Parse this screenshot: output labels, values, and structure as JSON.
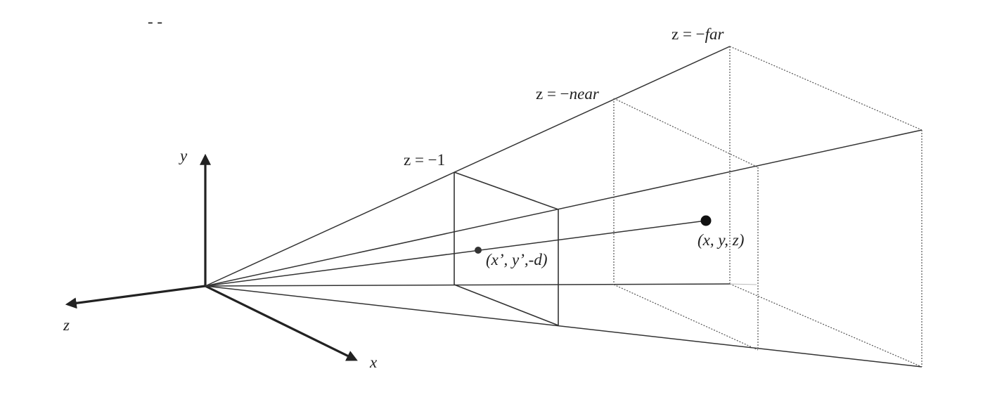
{
  "labels": {
    "y_axis": "y",
    "z_axis": "z",
    "x_axis": "x",
    "plane_minus_one": "z = −1",
    "near_prefix": "z = −",
    "near_word": "near",
    "far_prefix": "z = −",
    "far_word": "far",
    "projected_point_a": "(x’, y’,-",
    "projected_point_b": "d",
    "projected_point_c": ")",
    "world_point": "(x, y, z)",
    "corner_mark": "- -"
  }
}
